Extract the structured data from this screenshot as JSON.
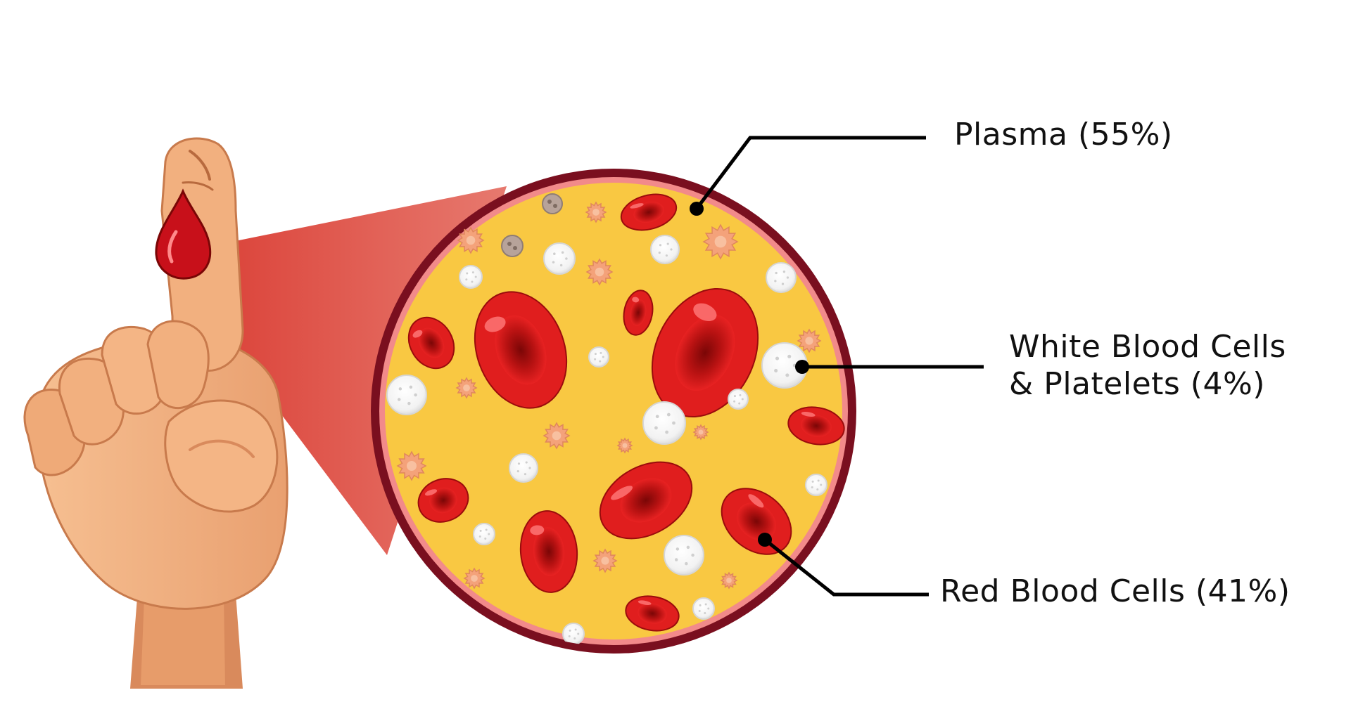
{
  "labels": {
    "plasma": "Plasma (55%)",
    "white_cells_line1": "White Blood Cells",
    "white_cells_line2": "& Platelets (4%)",
    "red_cells": "Red Blood Cells (41%)"
  },
  "colors": {
    "plasma": "#f9c842",
    "rim": "#7a0f1f",
    "rim_inner": "#f28a8a",
    "red_cell": "#e01e1e",
    "red_cell_dark": "#8c0a0a",
    "white_cell": "#ffffff",
    "platelet": "#f4a27a",
    "skin": "#f2b07f",
    "skin_shadow": "#d98a5c",
    "blood_drop": "#c8101a",
    "magnifier_beam": "#e05a4e"
  },
  "icons": [
    "hand-icon",
    "blood-drop-icon",
    "red-blood-cell-icon",
    "white-blood-cell-icon",
    "platelet-icon"
  ]
}
